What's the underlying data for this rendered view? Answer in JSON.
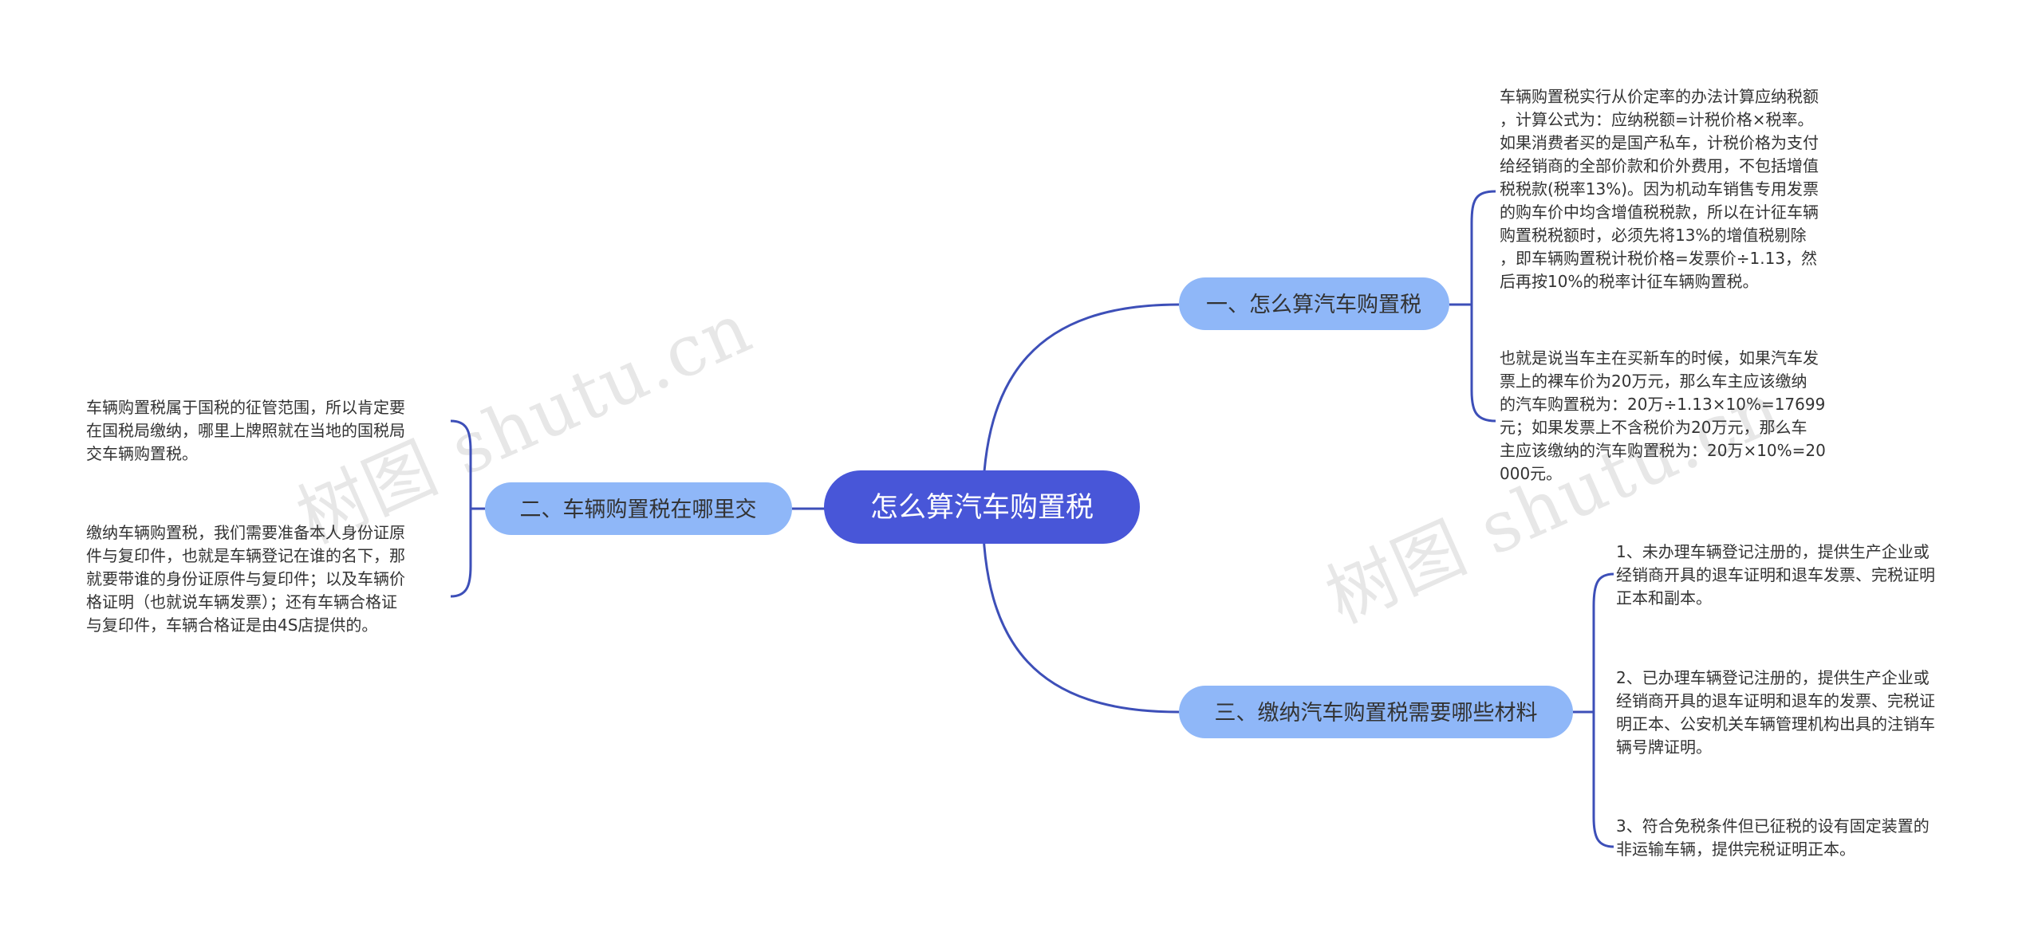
{
  "watermark": "树图 shutu.cn",
  "root": {
    "label": "怎么算汽车购置税"
  },
  "branches": [
    {
      "label": "一、怎么算汽车购置税",
      "leaves": [
        "车辆购置税实行从价定率的办法计算应纳税额\n，计算公式为：应纳税额=计税价格×税率。\n如果消费者买的是国产私车，计税价格为支付\n给经销商的全部价款和价外费用，不包括增值\n税税款(税率13%)。因为机动车销售专用发票\n的购车价中均含增值税税款，所以在计征车辆\n购置税税额时，必须先将13%的增值税剔除\n，即车辆购置税计税价格=发票价÷1.13，然\n后再按10%的税率计征车辆购置税。",
        "也就是说当车主在买新车的时候，如果汽车发\n票上的裸车价为20万元，那么车主应该缴纳\n的汽车购置税为：20万÷1.13×10%=17699\n元；如果发票上不含税价为20万元，那么车\n主应该缴纳的汽车购置税为：20万×10%=20\n000元。"
      ]
    },
    {
      "label": "二、车辆购置税在哪里交",
      "leaves": [
        "车辆购置税属于国税的征管范围，所以肯定要\n在国税局缴纳，哪里上牌照就在当地的国税局\n交车辆购置税。",
        "缴纳车辆购置税，我们需要准备本人身份证原\n件与复印件，也就是车辆登记在谁的名下，那\n就要带谁的身份证原件与复印件；以及车辆价\n格证明（也就说车辆发票）；还有车辆合格证\n与复印件，车辆合格证是由4S店提供的。"
      ]
    },
    {
      "label": "三、缴纳汽车购置税需要哪些材料",
      "leaves": [
        "1、未办理车辆登记注册的，提供生产企业或\n经销商开具的退车证明和退车发票、完税证明\n正本和副本。",
        "2、已办理车辆登记注册的，提供生产企业或\n经销商开具的退车证明和退车的发票、完税证\n明正本、公安机关车辆管理机构出具的注销车\n辆号牌证明。",
        "3、符合免税条件但已征税的设有固定装置的\n非运输车辆，提供完税证明正本。"
      ]
    }
  ]
}
